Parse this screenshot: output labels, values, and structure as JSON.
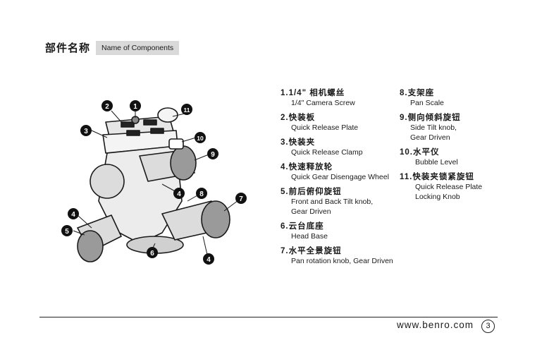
{
  "header": {
    "title_cn": "部件名称",
    "title_en": "Name of Components"
  },
  "callouts": [
    "1",
    "2",
    "3",
    "4",
    "5",
    "6",
    "7",
    "8",
    "9",
    "10",
    "11"
  ],
  "components": [
    {
      "num": "1.",
      "cn": "1/4\" 相机螺丝",
      "en": [
        "1/4\" Camera Screw"
      ]
    },
    {
      "num": "2.",
      "cn": "快装板",
      "en": [
        "Quick Release Plate"
      ]
    },
    {
      "num": "3.",
      "cn": "快装夹",
      "en": [
        "Quick Release Clamp"
      ]
    },
    {
      "num": "4.",
      "cn": "快速释放轮",
      "en": [
        "Quick Gear Disengage Wheel"
      ]
    },
    {
      "num": "5.",
      "cn": "前后俯仰旋钮",
      "en": [
        "Front and Back Tilt knob,",
        "Gear Driven"
      ]
    },
    {
      "num": "6.",
      "cn": "云台底座",
      "en": [
        "Head Base"
      ]
    },
    {
      "num": "7.",
      "cn": "水平全景旋钮",
      "en": [
        "Pan rotation knob, Gear Driven"
      ]
    },
    {
      "num": "8.",
      "cn": "支架座",
      "en": [
        "Pan Scale"
      ]
    },
    {
      "num": "9.",
      "cn": "侧向倾斜旋钮",
      "en": [
        "Side Tilt knob,",
        "Gear Driven"
      ]
    },
    {
      "num": "10.",
      "cn": "水平仪",
      "en": [
        "Bubble Level"
      ]
    },
    {
      "num": "11.",
      "cn": "快装夹锁紧旋钮",
      "en": [
        "Quick Release Plate",
        "Locking Knob"
      ]
    }
  ],
  "footer": {
    "url": "www.benro.com",
    "page": "3"
  }
}
